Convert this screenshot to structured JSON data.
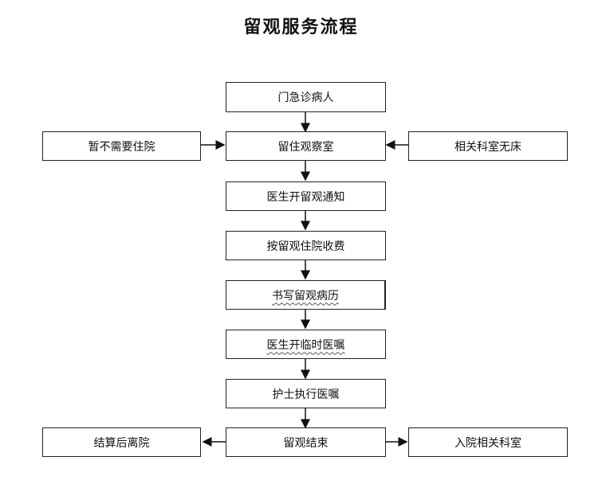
{
  "title": "留观服务流程",
  "nodes": {
    "start": "门急诊病人",
    "observe_room": "留住观察室",
    "no_need": "暂不需要住院",
    "no_bed": "相关科室无床",
    "notice": "医生开留观通知",
    "charge": "按留观住院收费",
    "record": "书写留观病历",
    "temp_order": "医生开临时医嘱",
    "nurse_exec": "护士执行医嘱",
    "end_observe": "留观结束",
    "settle": "结算后离院",
    "admit": "入院相关科室"
  }
}
